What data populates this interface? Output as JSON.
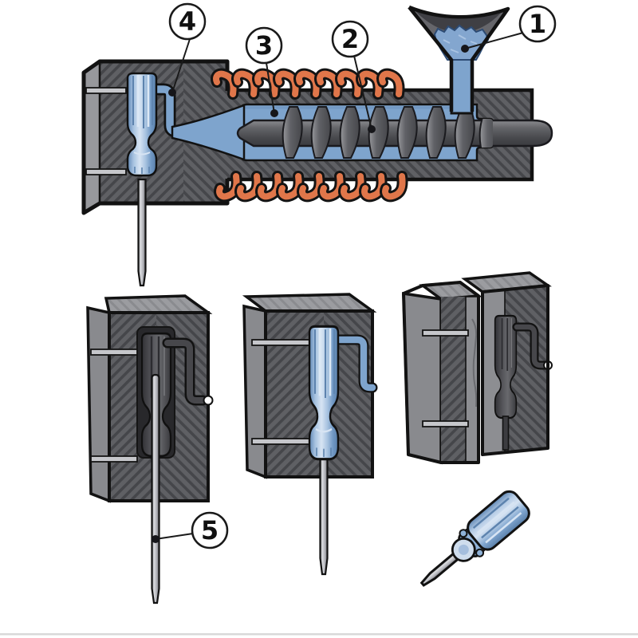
{
  "diagram": {
    "type": "technical-illustration",
    "subject": "plastic injection molding of a screwdriver handle",
    "labels": [
      {
        "number": "1"
      },
      {
        "number": "2"
      },
      {
        "number": "3"
      },
      {
        "number": "4"
      },
      {
        "number": "5"
      }
    ]
  },
  "colors": {
    "background": "#ffffff",
    "plastic_blue": "#7ea4cd",
    "handle_blue_light": "#d7e4f3",
    "handle_blue_dark": "#5d83ae",
    "steel_block": "#5f6064",
    "hatch_line": "#46474b",
    "block_top_face": "#9b9ca0",
    "block_side_face": "#898a8e",
    "heater_orange": "#e0764a",
    "metal_shaft": "#c3c4c8",
    "screw_dark": "#4a4b4f",
    "outline": "#121212"
  }
}
